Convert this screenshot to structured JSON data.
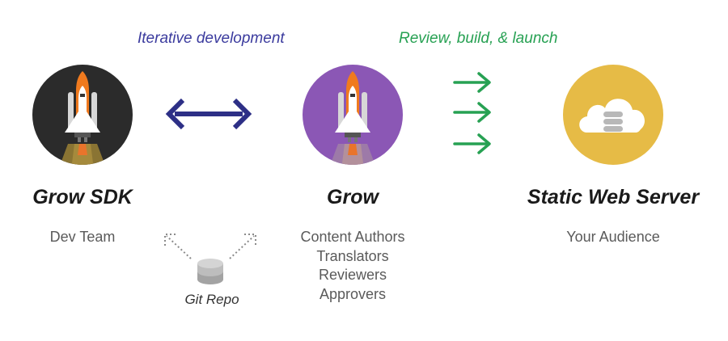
{
  "captions": {
    "left": "Iterative development",
    "right": "Review, build, & launch"
  },
  "nodes": [
    {
      "title": "Grow SDK",
      "roles": [
        "Dev Team"
      ],
      "icon": "rocket-icon",
      "color": "#2b2b2b"
    },
    {
      "title": "Grow",
      "roles": [
        "Content Authors",
        "Translators",
        "Reviewers",
        "Approvers"
      ],
      "icon": "rocket-icon",
      "color": "#8b57b5"
    },
    {
      "title": "Static Web Server",
      "roles": [
        "Your Audience"
      ],
      "icon": "cloud-server-icon",
      "color": "#e6bb46"
    }
  ],
  "git": {
    "label": "Git Repo",
    "icon": "database-icon"
  },
  "colors": {
    "blue_arrow": "#2d2f86",
    "green_arrow": "#27a153"
  }
}
